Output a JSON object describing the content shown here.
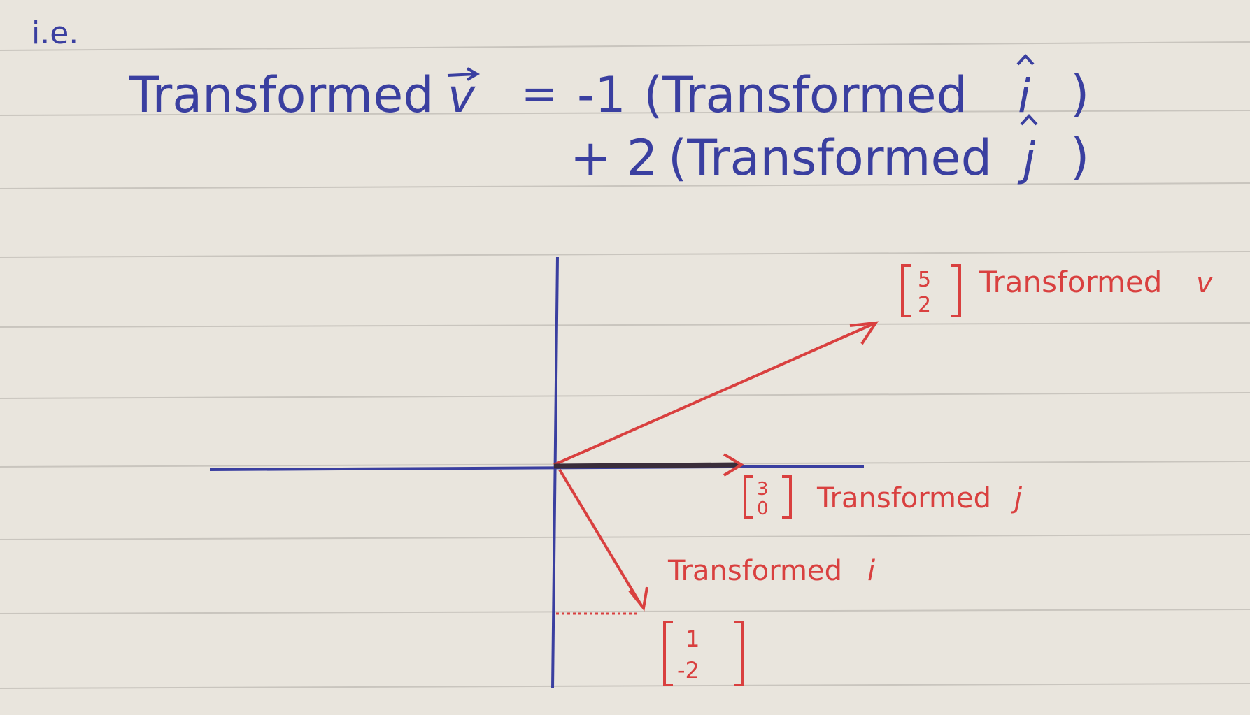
{
  "header": {
    "prefix": "i.e."
  },
  "equation": {
    "lhs": "Transformed",
    "lhs_vector": "v",
    "equals": "=",
    "term1_coeff": "-1",
    "term1_body": "(Transformed",
    "term1_unit": "i",
    "term1_close": ")",
    "term2_coeff": "+ 2",
    "term2_body": "(Transformed",
    "term2_unit": "j",
    "term2_close": ")"
  },
  "diagram": {
    "vectors": [
      {
        "id": "v",
        "matrix": [
          "5",
          "2"
        ],
        "label": "Transformed",
        "unit": "v",
        "color": "#d9403f"
      },
      {
        "id": "j",
        "matrix": [
          "3",
          "0"
        ],
        "label": "Transformed",
        "unit": "j",
        "color": "#d9403f"
      },
      {
        "id": "i",
        "matrix": [
          "1",
          "-2"
        ],
        "label": "Transformed",
        "unit": "i",
        "color": "#d9403f"
      }
    ],
    "axis_color": "#3a3fa0"
  }
}
